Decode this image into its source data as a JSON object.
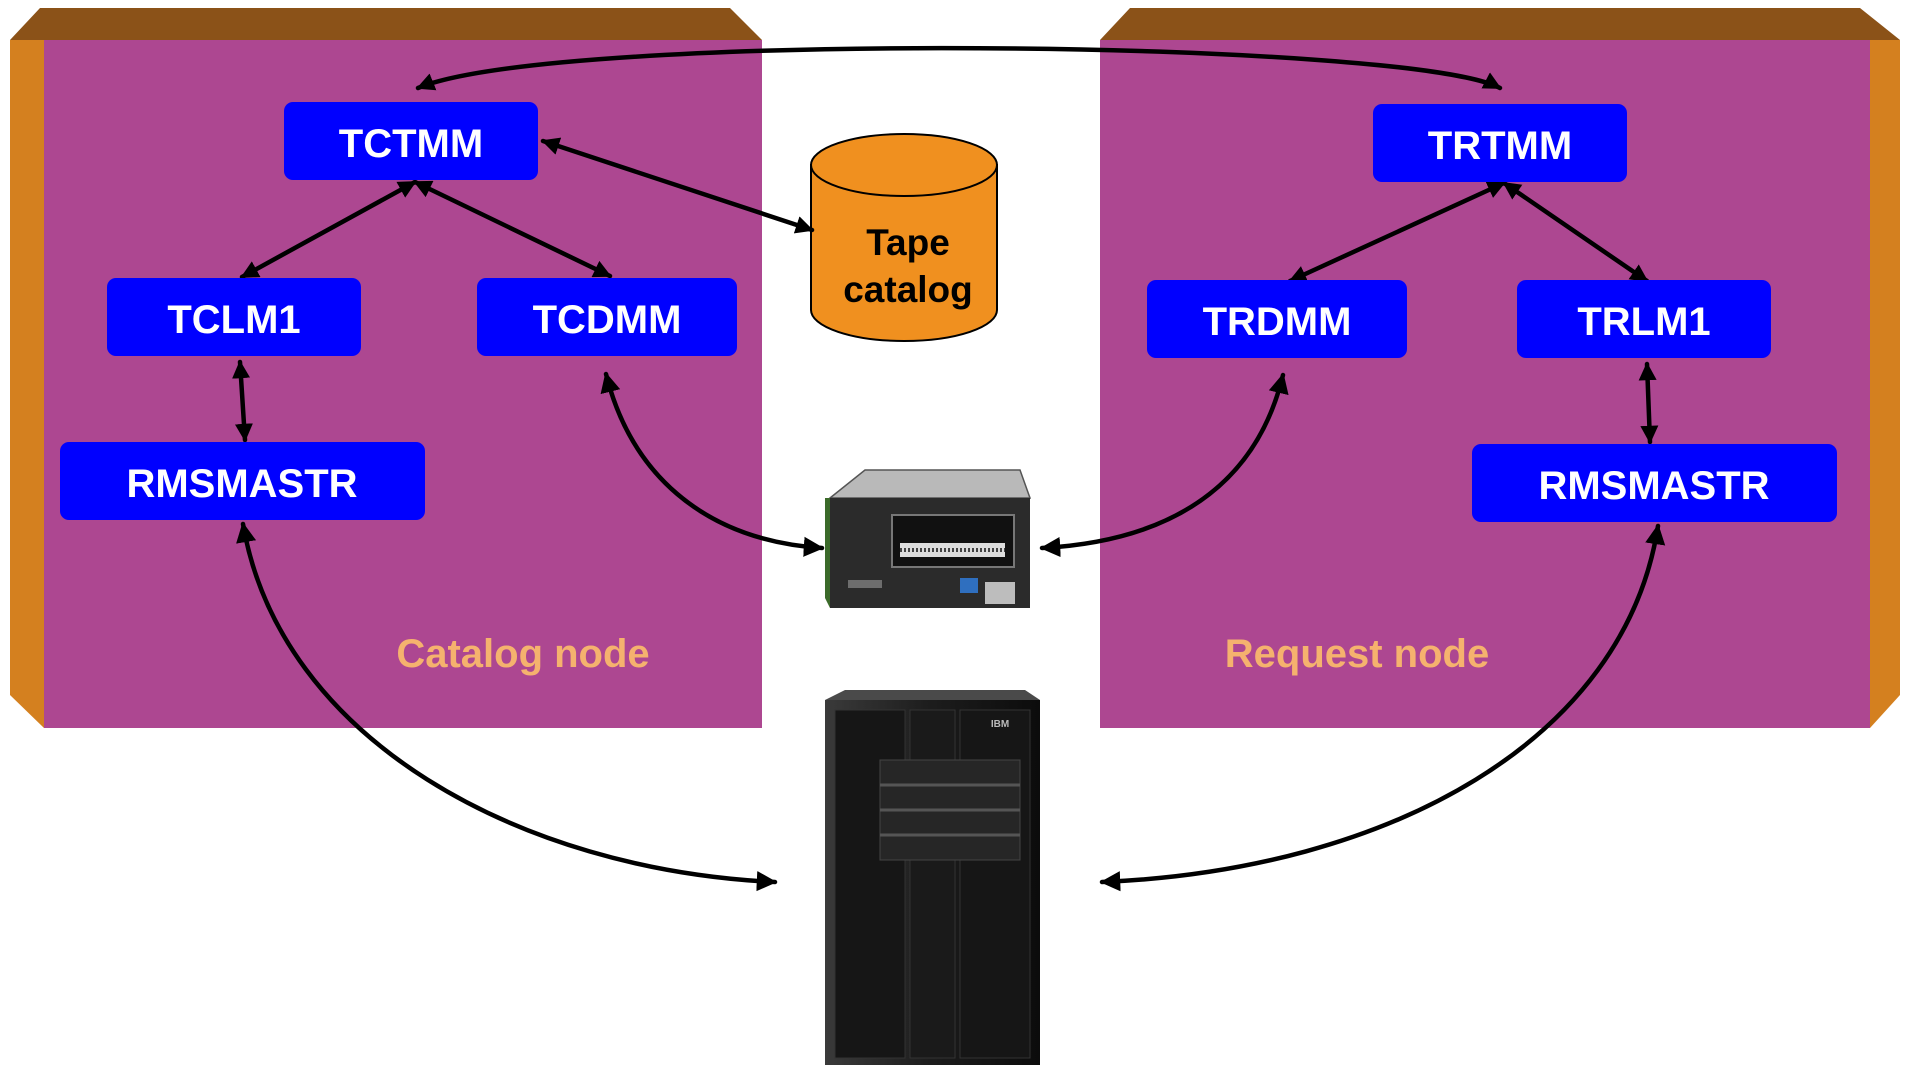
{
  "diagram": {
    "catalog_node": {
      "label": "Catalog node",
      "boxes": {
        "tctmm": "TCTMM",
        "tclm1": "TCLM1",
        "tcdmm": "TCDMM",
        "rmsmastr": "RMSMASTR"
      }
    },
    "request_node": {
      "label": "Request node",
      "boxes": {
        "trtmm": "TRTMM",
        "trdmm": "TRDMM",
        "trlm1": "TRLM1",
        "rmsmastr": "RMSMASTR"
      }
    },
    "tape_catalog": {
      "line1": "Tape",
      "line2": "catalog"
    },
    "tape_drive": {
      "icon": "tape-drive-icon"
    },
    "tape_library": {
      "icon": "tape-library-icon",
      "brand": "IBM"
    },
    "colors": {
      "panel": "#ad4791",
      "panel_edge": "#d4801f",
      "panel_top": "#8b5218",
      "box": "#0000ff",
      "box_text": "#ffffff",
      "node_text": "#f5b26e",
      "cylinder": "#f0901f",
      "arrow": "#000000"
    }
  }
}
